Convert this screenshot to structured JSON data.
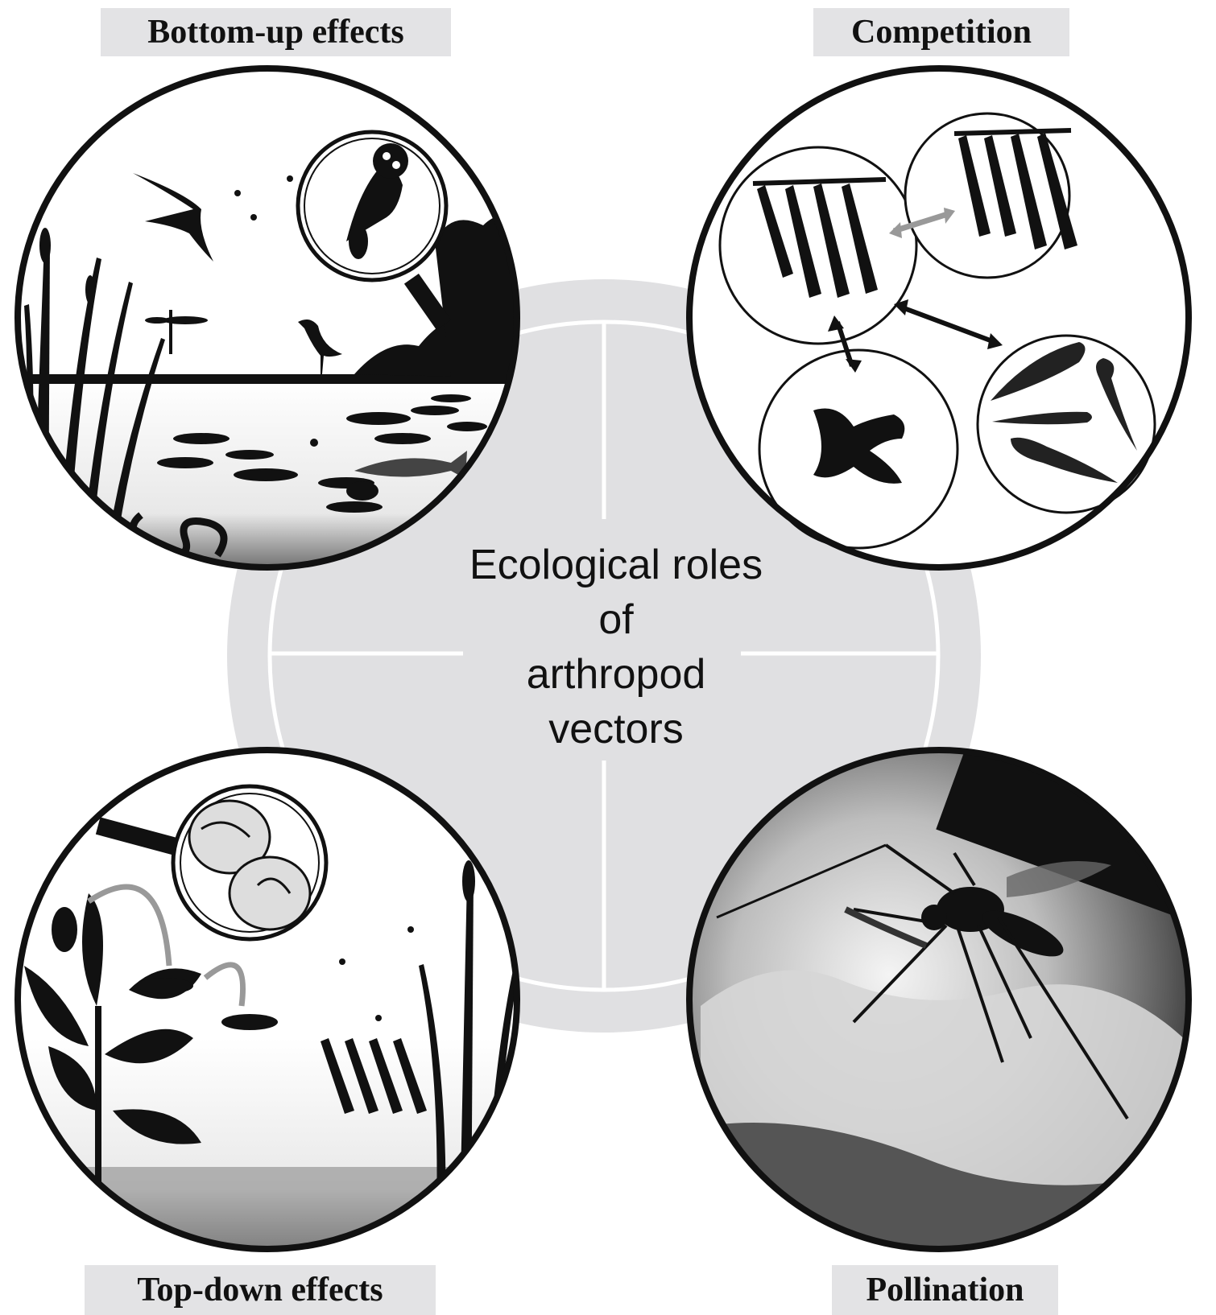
{
  "center": {
    "line1": "Ecological roles",
    "line2": "of",
    "line3": "arthropod",
    "line4": "vectors"
  },
  "panels": {
    "top_left": "Bottom-up effects",
    "top_right": "Competition",
    "bottom_left": "Top-down effects",
    "bottom_right": "Pollination"
  },
  "colors": {
    "hub_gray": "#e0e0e2",
    "label_bg": "#e3e3e5",
    "ink": "#111111"
  }
}
